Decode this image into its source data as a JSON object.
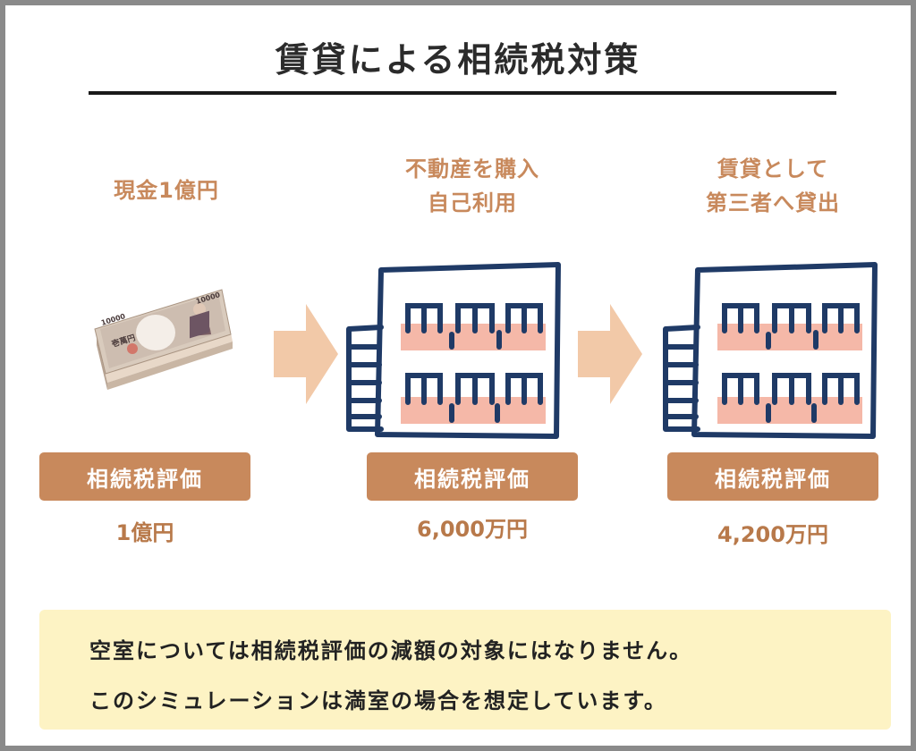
{
  "title": "賃貸による相続税対策",
  "columns": [
    {
      "heading": [
        "現金1億円"
      ],
      "eval_label": "相続税評価",
      "eval_value": "1億円",
      "icon": "banknote-icon"
    },
    {
      "heading": [
        "不動産を購入",
        "自己利用"
      ],
      "eval_label": "相続税評価",
      "eval_value": "6,000万円",
      "icon": "building-icon"
    },
    {
      "heading": [
        "賃貸として",
        "第三者へ貸出"
      ],
      "eval_label": "相続税評価",
      "eval_value": "4,200万円",
      "icon": "building-icon"
    }
  ],
  "banknote": {
    "denomination_top": "10000",
    "denomination_corner": "10000",
    "kanji": "壱萬円"
  },
  "note": {
    "line1": "空室については相続税評価の減額の対象にはなりません。",
    "line2": "このシミュレーションは満室の場合を想定しています。"
  },
  "colors": {
    "accent": "#c8895c",
    "arrow": "#f2c9a8",
    "building_outline": "#1f3a66",
    "balcony": "#f5b8a8",
    "note_bg": "#fdf3c4"
  }
}
